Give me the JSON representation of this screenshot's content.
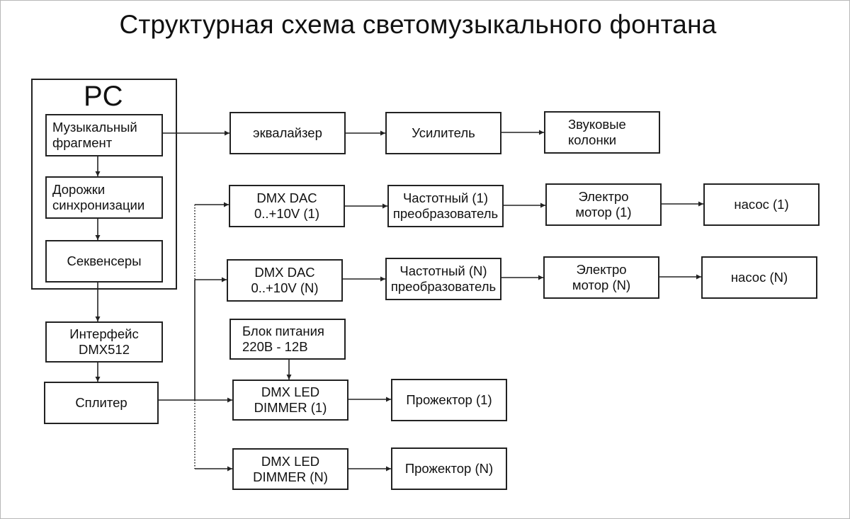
{
  "title": "Структурная схема светомузыкального фонтана",
  "pc": {
    "label": "PC"
  },
  "blocks": {
    "music": [
      "Музыкальный",
      "фрагмент"
    ],
    "tracks": [
      "Дорожки",
      "синхронизации"
    ],
    "sequencers": [
      "Секвенсеры"
    ],
    "interface": [
      "Интерфейс",
      "DMX512"
    ],
    "splitter": [
      "Сплитер"
    ],
    "equalizer": [
      "эквалайзер"
    ],
    "amplifier": [
      "Усилитель"
    ],
    "speakers": [
      "Звуковые",
      "колонки"
    ],
    "dac1": [
      "DMX DAC",
      "0..+10V (1)"
    ],
    "freq1": [
      "Частотный  (1)",
      "преобразователь"
    ],
    "motor1": [
      "Электро",
      "мотор (1)"
    ],
    "pump1": [
      "насос (1)"
    ],
    "dacN": [
      "DMX DAC",
      "0..+10V (N)"
    ],
    "freqN": [
      "Частотный (N)",
      "преобразователь"
    ],
    "motorN": [
      "Электро",
      "мотор (N)"
    ],
    "pumpN": [
      "насос (N)"
    ],
    "power": [
      "Блок питания",
      "220В - 12В"
    ],
    "dimmer1": [
      "DMX LED",
      "DIMMER (1)"
    ],
    "projector1": [
      "Прожектор (1)"
    ],
    "dimmerN": [
      "DMX LED",
      "DIMMER (N)"
    ],
    "projectorN": [
      "Прожектор (N)"
    ]
  }
}
